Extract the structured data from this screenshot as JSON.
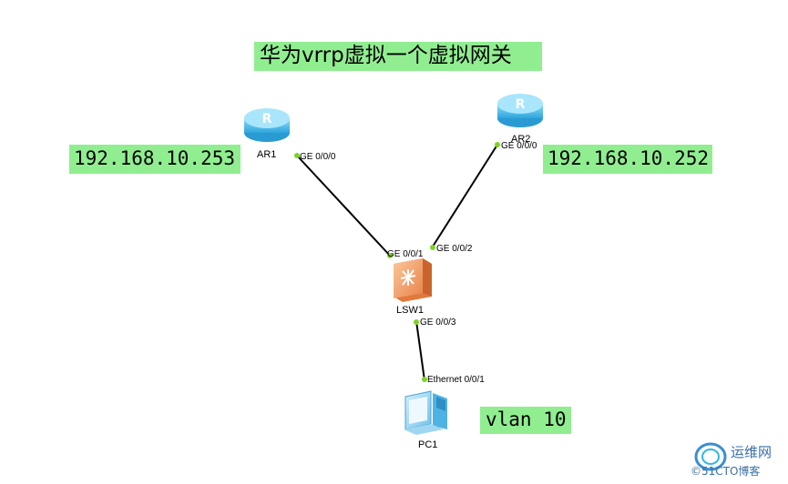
{
  "title": "华为vrrp虚拟一个虚拟网关",
  "annotations": {
    "ip_left": "192.168.10.253",
    "ip_right": "192.168.10.252",
    "vlan": "vlan 10"
  },
  "devices": {
    "ar1": "AR1",
    "ar2": "AR2",
    "lsw1": "LSW1",
    "pc1": "PC1"
  },
  "ports": {
    "ar1_ge000": "GE 0/0/0",
    "ar2_ge000": "GE 0/0/0",
    "lsw1_ge001": "GE 0/0/1",
    "lsw1_ge002": "GE 0/0/2",
    "lsw1_ge003": "GE 0/0/3",
    "pc1_eth001": "Ethernet 0/0/1"
  },
  "watermark": {
    "line1": "运维网",
    "line2": "©51CTO博客"
  },
  "colors": {
    "label_bg": "#90ee90",
    "port_dot": "#7ed321",
    "router": "#5bc0eb",
    "switch": "#f5a26a"
  }
}
